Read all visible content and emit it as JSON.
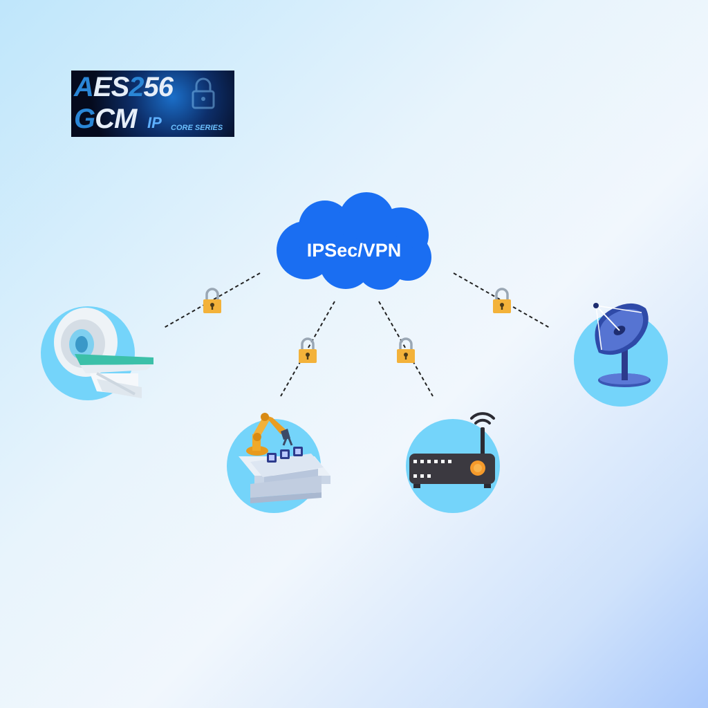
{
  "logo": {
    "line1": "AES256",
    "line2": "GCM",
    "ip": "IP",
    "series": "CORE SERIES"
  },
  "cloud": {
    "label": "IPSec/VPN",
    "color": "#1a6ef2"
  },
  "colors": {
    "node_circle": "#74d4fa",
    "lock_body": "#f3b23a",
    "lock_shackle": "#9aa7b4"
  },
  "nodes": [
    {
      "id": "mri",
      "icon": "mri-scanner-icon"
    },
    {
      "id": "factory",
      "icon": "robotic-arm-icon"
    },
    {
      "id": "router",
      "icon": "wifi-router-icon"
    },
    {
      "id": "satellite",
      "icon": "satellite-dish-icon"
    }
  ]
}
